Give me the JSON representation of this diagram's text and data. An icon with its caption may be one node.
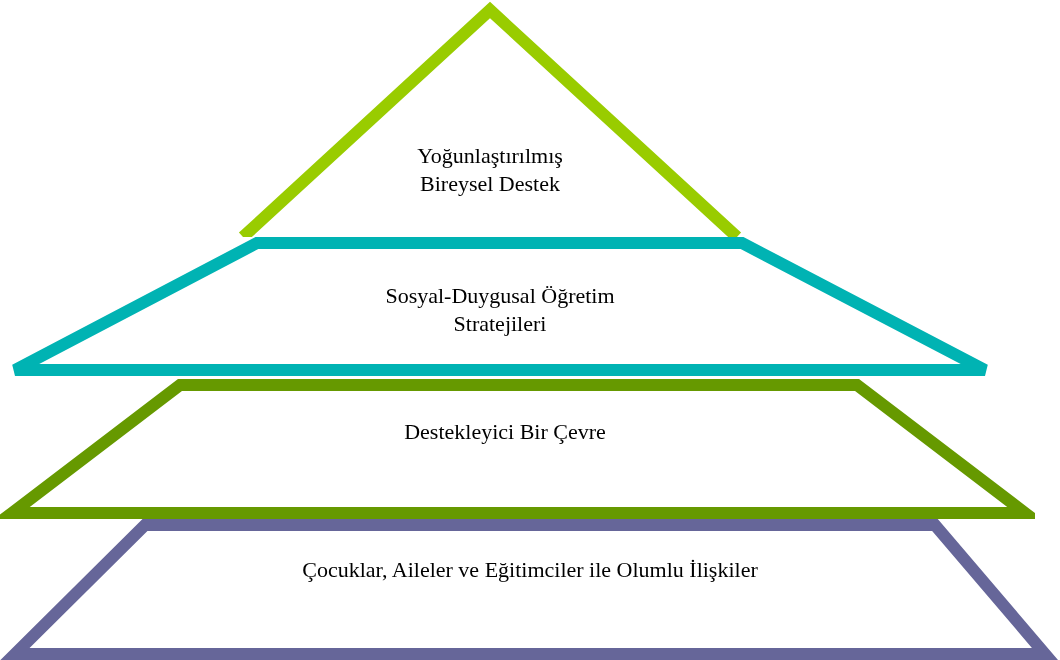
{
  "diagram": {
    "nodes": [
      {
        "text": [
          "Yoğunlaştırılmış Bireysel Destek"
        ]
      },
      {
        "text": [
          "Sosyal-Duygusal Öğretim Stratejileri"
        ]
      },
      {
        "text": [
          "Destekleyici Bir Çevre"
        ]
      },
      {
        "text": [
          "Çocuklar, Aileler ve Eğitimciler ile Olumlu İlişkiler"
        ]
      }
    ]
  }
}
